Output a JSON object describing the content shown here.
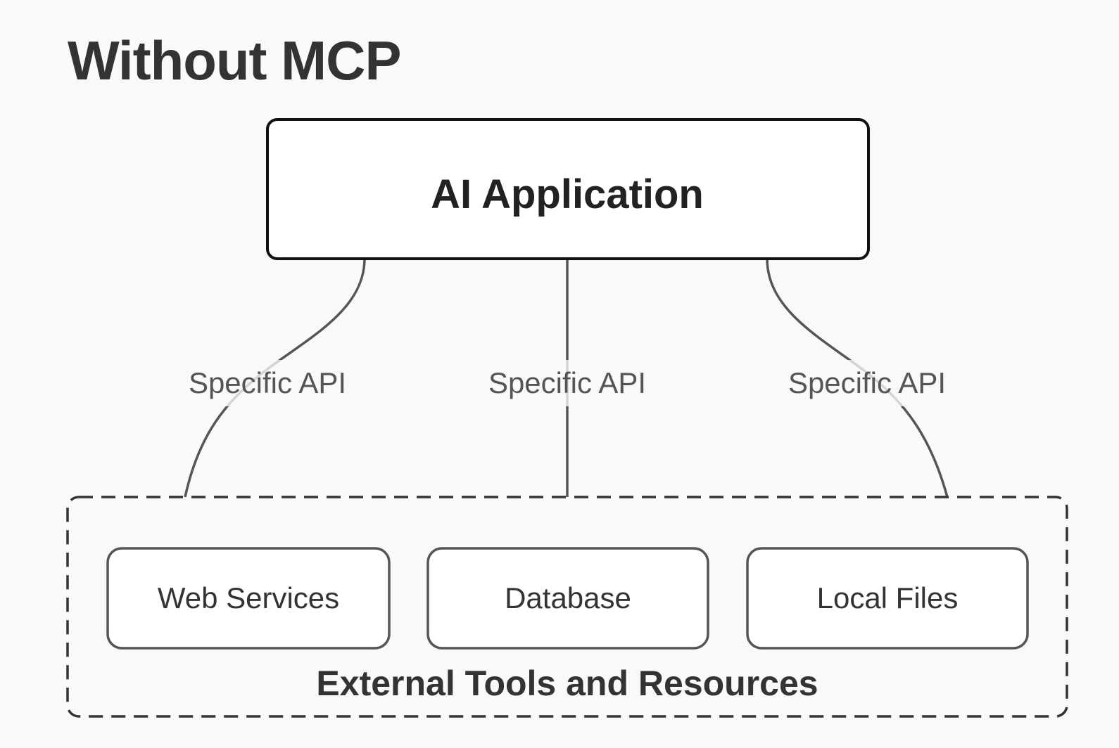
{
  "title": "Without MCP",
  "app_node": {
    "label": "AI Application"
  },
  "edges": [
    {
      "label": "Specific API"
    },
    {
      "label": "Specific API"
    },
    {
      "label": "Specific API"
    }
  ],
  "group": {
    "label": "External Tools and Resources",
    "nodes": [
      {
        "label": "Web Services"
      },
      {
        "label": "Database"
      },
      {
        "label": "Local Files"
      }
    ]
  },
  "colors": {
    "background": "#f8f9fb",
    "app_border": "#111111",
    "connector": "#555555",
    "group_border": "#333333"
  }
}
